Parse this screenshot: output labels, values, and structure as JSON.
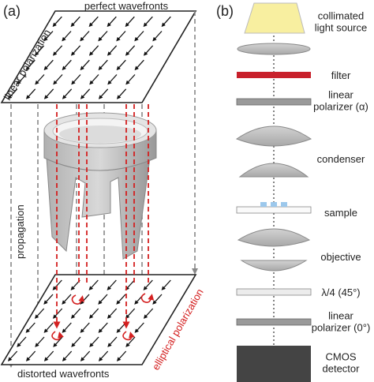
{
  "panel_a": {
    "label": "(a)",
    "top_plane_label": "perfect wavefronts",
    "side_label": "linear polarization",
    "propagation_label": "propagation",
    "bottom_plane_label": "distorted wavefronts",
    "elliptical_label": "elliptical polarization"
  },
  "panel_b": {
    "label": "(b)",
    "components": [
      {
        "name": "light-source",
        "lines": [
          "collimated",
          "light source"
        ]
      },
      {
        "name": "filter",
        "lines": [
          "filter"
        ]
      },
      {
        "name": "linear-polarizer-alpha",
        "lines": [
          "linear",
          "polarizer (α)"
        ]
      },
      {
        "name": "condenser",
        "lines": [
          "condenser"
        ]
      },
      {
        "name": "sample",
        "lines": [
          "sample"
        ]
      },
      {
        "name": "objective",
        "lines": [
          "objective"
        ]
      },
      {
        "name": "quarter-wave-plate",
        "lines": [
          "λ/4 (45°)"
        ]
      },
      {
        "name": "linear-polarizer-zero",
        "lines": [
          "linear",
          "polarizer (0°)"
        ]
      },
      {
        "name": "cmos-detector",
        "lines": [
          "CMOS",
          "detector"
        ]
      }
    ]
  },
  "colors": {
    "red_dashed": "#d42020",
    "grey_dashed": "#888888",
    "filter": "#c8202b",
    "light_source": "#f8efa0",
    "sample_dots": "#9cc8ec",
    "detector": "#444444"
  }
}
